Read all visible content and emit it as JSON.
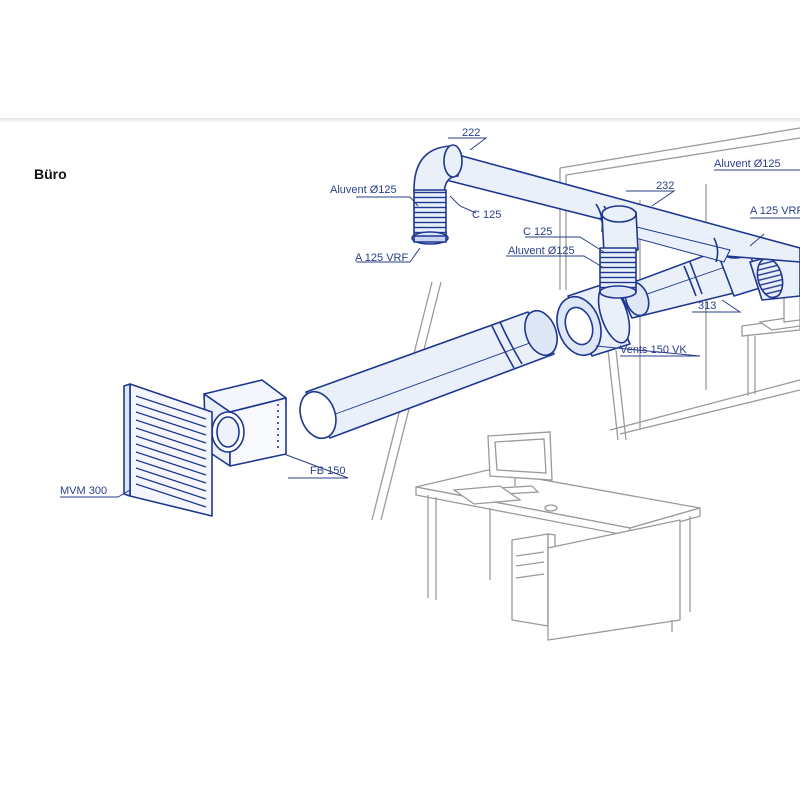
{
  "title": "Büro",
  "colors": {
    "duct": "#1f3790",
    "duct_fill": "#e9f0fa",
    "line": "#2a3f8a",
    "room": "#9a9a9a"
  },
  "labels": {
    "aluvent_left": "Aluvent Ø125",
    "c125_left": "C 125",
    "a125vrf_left": "A 125 VRF",
    "n222": "222",
    "n232": "232",
    "c125_mid": "C 125",
    "aluvent_mid": "Aluvent Ø125",
    "aluvent_right": "Aluvent Ø125",
    "a125vrf_right": "A 125 VRF",
    "n313": "313",
    "vents": "Vents 150 VK",
    "fb150": "FB 150",
    "mvm300": "MVM 300"
  }
}
